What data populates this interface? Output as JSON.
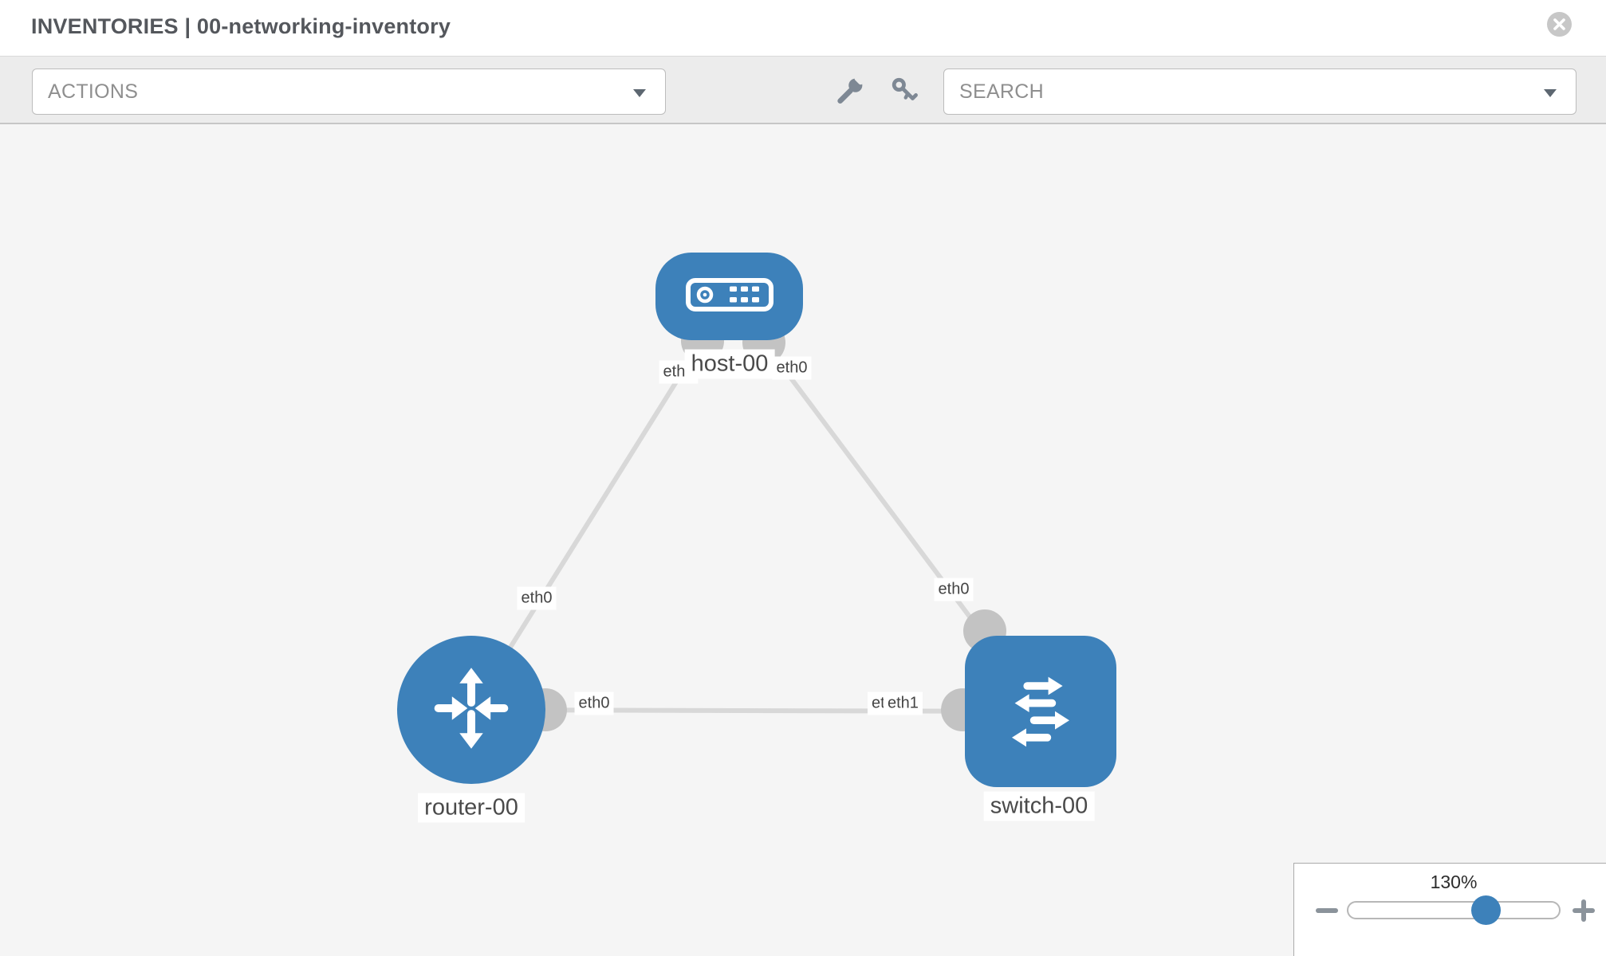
{
  "header": {
    "title": "INVENTORIES | 00-networking-inventory"
  },
  "toolbar": {
    "actions_label": "ACTIONS",
    "search_label": "SEARCH",
    "icons": [
      "wrench",
      "key"
    ]
  },
  "topology": {
    "nodes": [
      {
        "label": "host-00",
        "type": "host"
      },
      {
        "label": "router-00",
        "type": "router"
      },
      {
        "label": "switch-00",
        "type": "switch"
      }
    ],
    "interfaces": [
      {
        "label": "eth0",
        "position": "host-left"
      },
      {
        "label": "eth0",
        "position": "host-right"
      },
      {
        "label": "eth0",
        "position": "host-router-link-mid"
      },
      {
        "label": "eth0",
        "position": "host-switch-link-mid"
      },
      {
        "label": "eth0",
        "position": "router-right"
      },
      {
        "label": "eth0",
        "position": "switch-left-rear"
      },
      {
        "label": "eth1",
        "position": "switch-left-front"
      }
    ]
  },
  "zoom_control": {
    "level": "130%"
  },
  "colors": {
    "node_blue": "#3d81ba",
    "link_gray": "#d8d8d8",
    "endpoint_gray": "#c3c3c3",
    "toolbar_icon_gray": "#7e8894"
  }
}
